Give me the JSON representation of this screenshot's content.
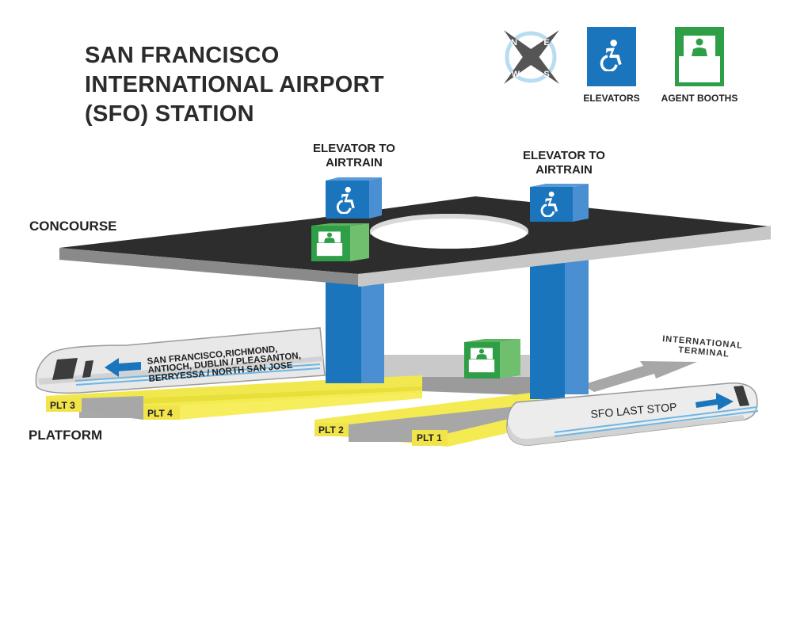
{
  "title": {
    "line1": "SAN FRANCISCO",
    "line2": "INTERNATIONAL AIRPORT",
    "line3": "(SFO) STATION"
  },
  "legend": {
    "compass": {
      "n": "N",
      "e": "E",
      "s": "S",
      "w": "W",
      "icon": "compass-icon"
    },
    "elevators": {
      "label": "ELEVATORS",
      "icon": "accessible-icon",
      "color": "#1b75bc"
    },
    "agent_booths": {
      "label": "AGENT BOOTHS",
      "icon": "agent-booth-icon",
      "color": "#2e9e47"
    }
  },
  "levels": {
    "concourse": "CONCOURSE",
    "platform": "PLATFORM"
  },
  "elevators": {
    "left": {
      "line1": "ELEVATOR TO",
      "line2": "AIRTRAIN"
    },
    "right": {
      "line1": "ELEVATOR TO",
      "line2": "AIRTRAIN"
    }
  },
  "platforms": {
    "plt1": "PLT 1",
    "plt2": "PLT 2",
    "plt3": "PLT 3",
    "plt4": "PLT 4"
  },
  "trains": {
    "left": {
      "line1": "SAN FRANCISCO,RICHMOND,",
      "line2": "ANTIOCH, DUBLIN / PLEASANTON,",
      "line3": "BERRYESSA / NORTH SAN JOSE"
    },
    "right": {
      "label": "SFO  LAST STOP"
    }
  },
  "international": {
    "line1": "INTERNATIONAL",
    "line2": "TERMINAL"
  },
  "colors": {
    "elevator_blue": "#1b75bc",
    "booth_green": "#2e9e47",
    "platform_yellow": "#f7e94b",
    "concourse_dark": "#2f2f2f"
  }
}
